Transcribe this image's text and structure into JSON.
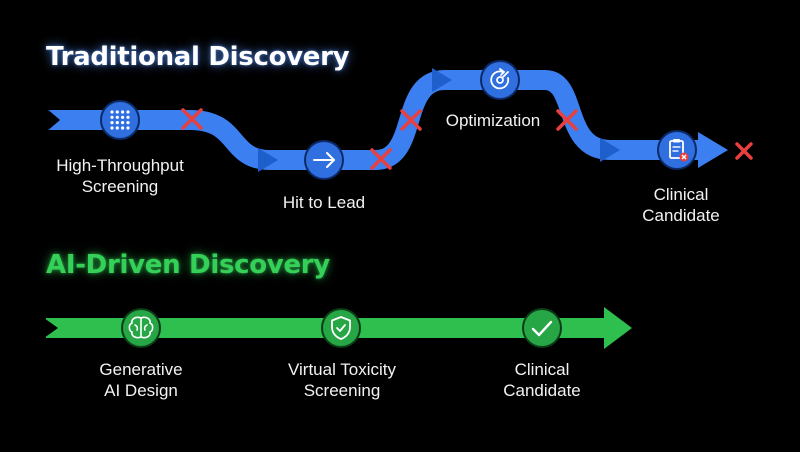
{
  "traditional": {
    "title": "Traditional Discovery",
    "stages": [
      {
        "line1": "High-Throughput",
        "line2": "Screening",
        "icon": "grid-dots-icon"
      },
      {
        "line1": "Hit to Lead",
        "line2": "",
        "icon": "arrow-right-icon"
      },
      {
        "line1": "Optimization",
        "line2": "",
        "icon": "refresh-target-icon"
      },
      {
        "line1": "Clinical",
        "line2": "Candidate",
        "icon": "clipboard-x-icon"
      }
    ],
    "failure_marker": "x-mark-icon"
  },
  "ai": {
    "title": "AI-Driven Discovery",
    "stages": [
      {
        "line1": "Generative",
        "line2": "AI Design",
        "icon": "brain-icon"
      },
      {
        "line1": "Virtual Toxicity",
        "line2": "Screening",
        "icon": "shield-check-icon"
      },
      {
        "line1": "Clinical",
        "line2": "Candidate",
        "icon": "checkmark-icon"
      }
    ]
  },
  "colors": {
    "background": "#000000",
    "blue_path": "#3b7ff0",
    "blue_dark": "#1f5fcc",
    "green_path": "#2fbf4f",
    "green_dark": "#1f8f38",
    "fail_red": "#e84040",
    "ai_title": "#34d058"
  }
}
